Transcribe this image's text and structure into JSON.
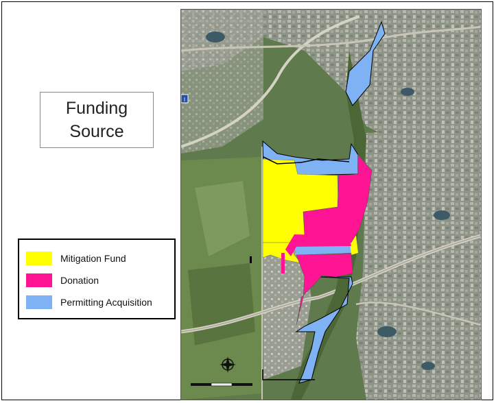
{
  "title_lines": [
    "Funding",
    "Source"
  ],
  "legend": [
    {
      "label": "Mitigation Fund",
      "color": "#ffff00"
    },
    {
      "label": "Donation",
      "color": "#ff1493"
    },
    {
      "label": "Permitting Acquisition",
      "color": "#7fb2f5"
    }
  ],
  "map": {
    "imagery": "aerial-photo",
    "highway_shield": "I"
  }
}
